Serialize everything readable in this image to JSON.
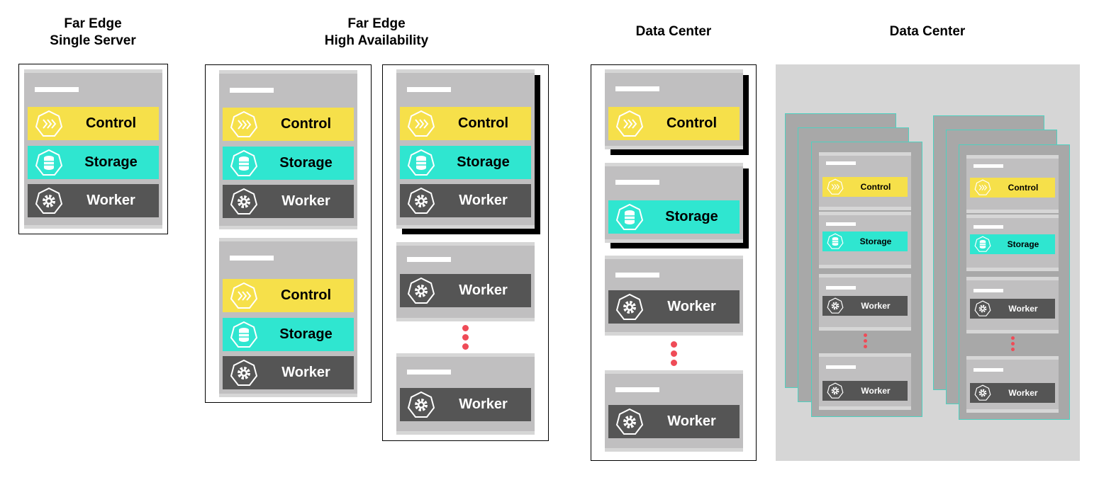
{
  "titles": {
    "far_edge_single": "Far Edge\nSingle Server",
    "far_edge_ha": "Far Edge\nHigh Availability",
    "data_center_1": "Data Center",
    "data_center_2": "Data Center"
  },
  "roles": {
    "control": "Control",
    "storage": "Storage",
    "worker": "Worker"
  },
  "colors": {
    "control": "#f6e04a",
    "storage": "#2fe6d0",
    "worker": "#555555",
    "ellipsis": "#ef4b57"
  },
  "icons": {
    "control": "chevrons-right-icon",
    "storage": "database-icon",
    "worker": "gear-icon"
  }
}
